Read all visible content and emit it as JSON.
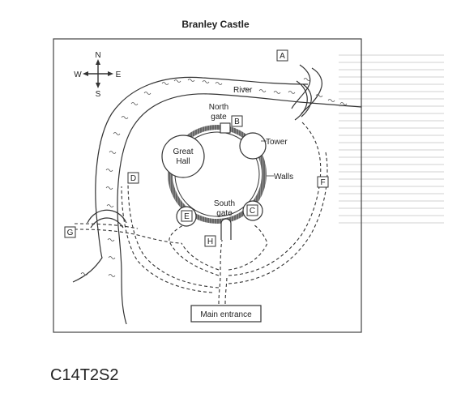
{
  "map": {
    "title": "Branley Castle",
    "compass": {
      "n": "N",
      "e": "E",
      "s": "S",
      "w": "W"
    },
    "features": {
      "river": "River",
      "north_gate": [
        "North",
        "gate"
      ],
      "south_gate": [
        "South",
        "gate"
      ],
      "tower": "Tower",
      "great_hall": [
        "Great",
        "Hall"
      ],
      "walls": "Walls",
      "main_entrance": "Main entrance"
    },
    "markers": [
      "A",
      "B",
      "C",
      "D",
      "E",
      "F",
      "G",
      "H"
    ]
  },
  "caption": "C14T2S2"
}
